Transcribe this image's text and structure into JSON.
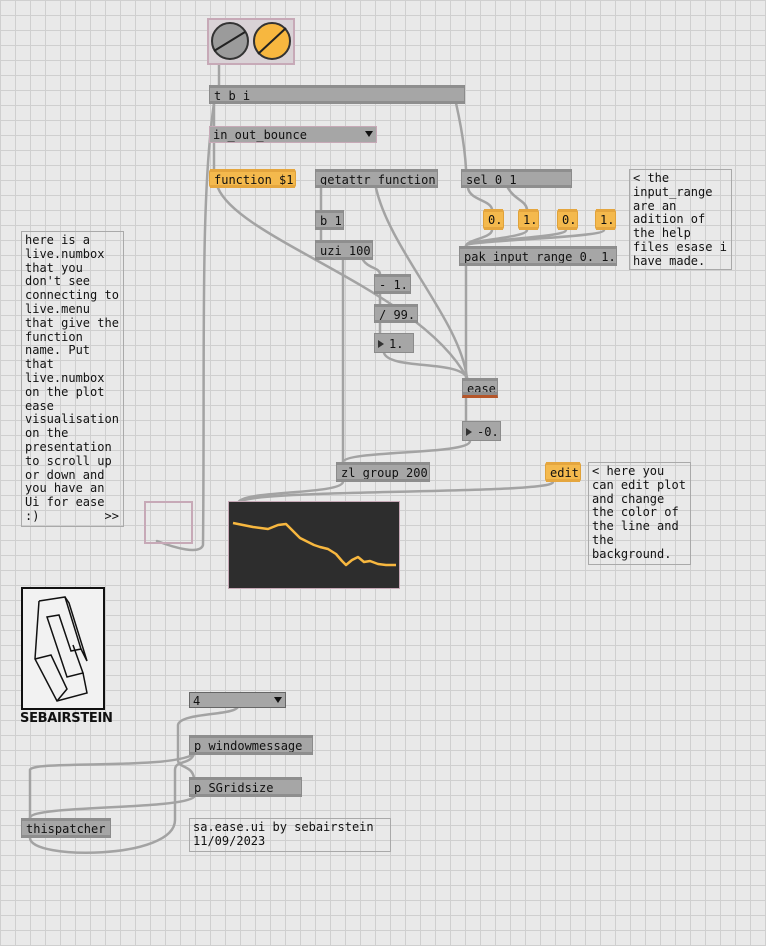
{
  "objects": {
    "t_b_i": "t b i",
    "function_msg": "function $1",
    "getattr": "getattr function",
    "sel": "sel 0 1",
    "b1": "b 1",
    "uzi": "uzi 100",
    "minus": "- 1.",
    "divide": "/ 99.",
    "num1": "1.",
    "pak": "pak input_range 0. 1.",
    "m1": "0.",
    "m2": "1.",
    "m3": "0.",
    "m4": "1.",
    "ease": "ease",
    "num2": "-0.",
    "zl": "zl group 200",
    "edit": "edit",
    "windowmessage": "p windowmessage",
    "sgridsize": "p SGridsize",
    "thispatcher": "thispatcher"
  },
  "menus": {
    "function_menu": "in_out_bounce",
    "grid_menu": "4"
  },
  "comments": {
    "left": "here is a\nlive.numbox\nthat you\ndon't see\nconnecting to\nlive.menu\nthat give the\nfunction\nname. Put\nthat\nlive.numbox\non the plot\nease\nvisualisation\non the\npresentation\nto scroll up\nor down and\nyou have an\nUi for ease\n:)         >>",
    "input_range": "< the\ninput_range\nare an\nadition of\nthe help\nfiles esase i\nhave made.",
    "edit_plot": "< here you\ncan edit plot\nand change\nthe color of\nthe line and\nthe\nbackground.",
    "credits": "sa.ease.ui by sebairstein\n11/09/2023"
  },
  "logo": {
    "text": "SEBAIRSTEIN"
  },
  "colors": {
    "accent": "#f7b73f",
    "object": "#a6a6a6",
    "canvas": "#e9e9e9",
    "plot_bg": "#2d2d2d",
    "ease_tab": "#b5562a"
  }
}
